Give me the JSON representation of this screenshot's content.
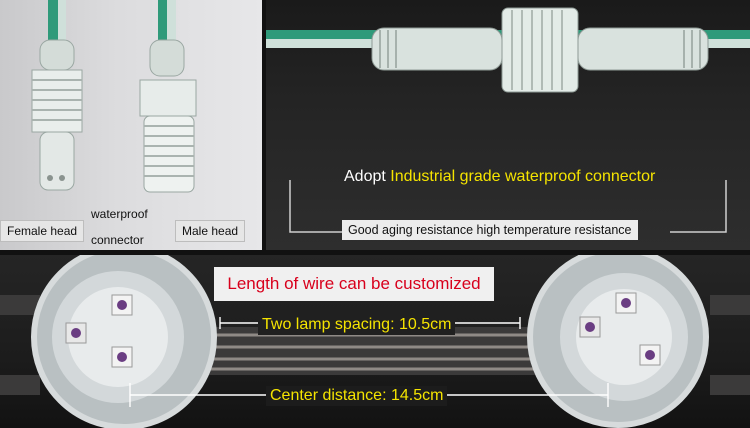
{
  "connector_photo": {
    "female_label": "Female head",
    "waterproof_label_line1": "waterproof",
    "waterproof_label_line2": "connector",
    "male_label": "Male head"
  },
  "connector_closeup": {
    "headline_prefix": "Adopt ",
    "headline_highlight": "Industrial grade waterproof connector",
    "subline": "Good aging resistance high temperature resistance"
  },
  "lamp_string": {
    "wire_note": "Length of wire can be customized",
    "lamp_spacing": "Two lamp spacing: 10.5cm",
    "center_distance": "Center distance: 14.5cm"
  },
  "colors": {
    "highlight_yellow": "#f5e400",
    "note_red": "#d8001c",
    "wire_green": "#2f9a7a"
  }
}
